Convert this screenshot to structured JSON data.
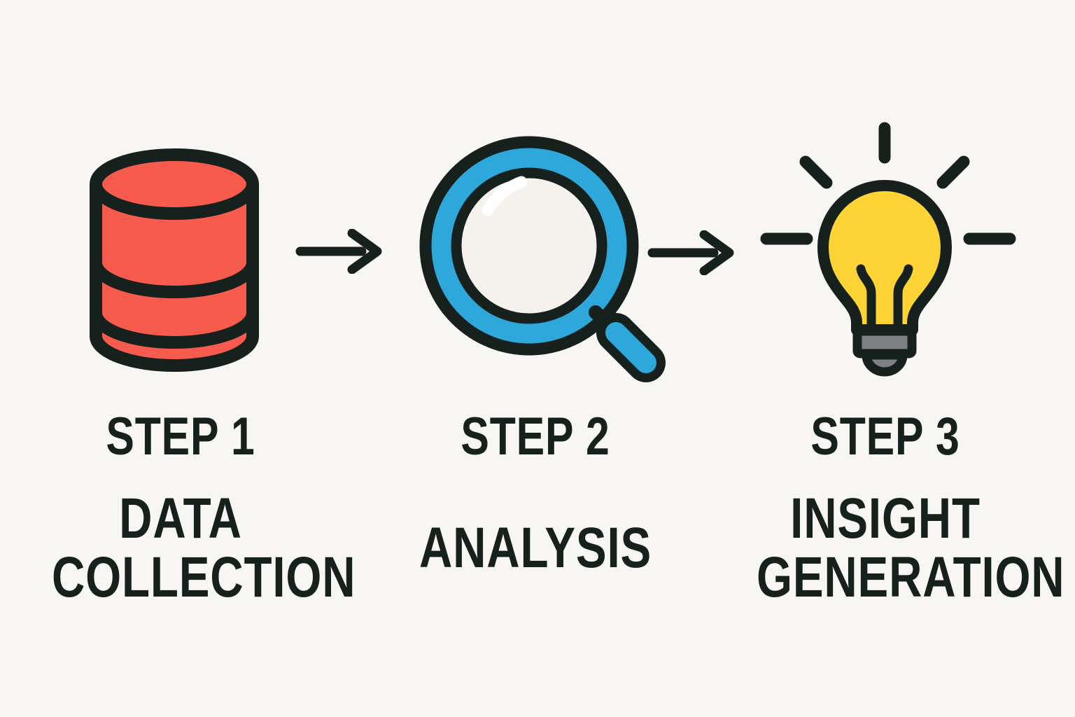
{
  "infographic": {
    "steps": [
      {
        "id": 1,
        "step_label": "STEP 1",
        "title_line1": "DATA",
        "title_line2": "COLLECTION",
        "icon": "database-icon"
      },
      {
        "id": 2,
        "step_label": "STEP 2",
        "title_line1": "ANALYSIS",
        "title_line2": "",
        "icon": "magnifying-glass-icon"
      },
      {
        "id": 3,
        "step_label": "STEP 3",
        "title_line1": "INSIGHT",
        "title_line2": "GENERATION",
        "icon": "lightbulb-icon"
      }
    ],
    "connectors": [
      {
        "type": "arrow-right"
      },
      {
        "type": "arrow-right"
      }
    ]
  },
  "colors": {
    "background": "#F8F6F2",
    "ink": "#16211E",
    "database-red": "#F75B4E",
    "magnifier-blue": "#2EA7DB",
    "lens-fill": "#F5F2ED",
    "highlight-white": "#FFFFFF",
    "bulb-yellow": "#FDD335",
    "base-gray": "#7E8083"
  }
}
